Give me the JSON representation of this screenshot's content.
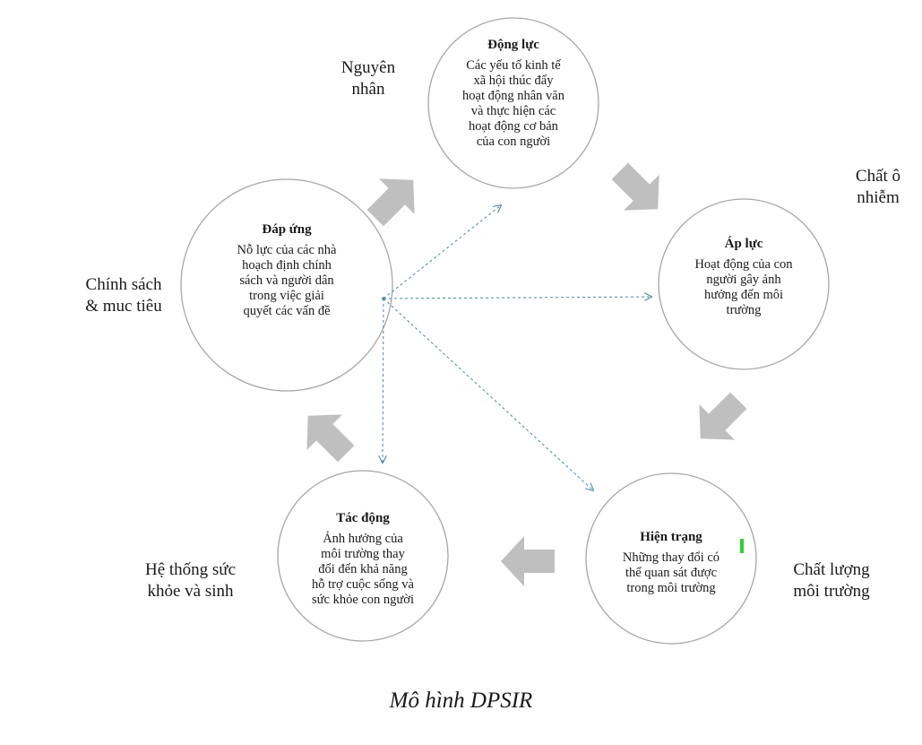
{
  "nodes": {
    "driving_forces": {
      "title": "Động lực",
      "desc": "Các yếu tố kinh tế\nxã hội thúc đẩy\nhoạt động nhân văn\nvà thực hiện các\nhoạt động cơ bản\ncủa con người"
    },
    "pressures": {
      "title": "Áp lực",
      "desc": "Hoạt động của con\nngười  gây ảnh\nhưởng đến môi\ntrường"
    },
    "state": {
      "title": "Hiện trạng",
      "desc": "Những thay đổi có\nthể quan sát được\ntrong môi trường"
    },
    "impacts": {
      "title": "Tác động",
      "desc": "Ảnh hưởng của\nmôi trường thay\nđổi đến  khả năng\nhỗ trợ cuộc sống và\nsức khỏe con người"
    },
    "responses": {
      "title": "Đáp ứng",
      "desc": "Nỗ lực của các nhà\nhoạch định chính\nsách và người dân\ntrong việc giải\nquyết các vấn đề"
    }
  },
  "side_labels": {
    "causes": "Nguyên\nnhân",
    "pollutants": "Chất ô\nnhiễm",
    "env_quality": "Chất lượng\nmôi trường",
    "health_system": "Hệ thống sức\nkhỏe và sinh",
    "policy": "Chính sách\n& muc tiêu"
  },
  "caption": "Mô hình DPSIR",
  "colors": {
    "circle_stroke": "#a6a6a6",
    "arrow_fill": "#bfbfbf",
    "dashed_arrow": "#4a86a8",
    "marker": "#2fd12f"
  }
}
